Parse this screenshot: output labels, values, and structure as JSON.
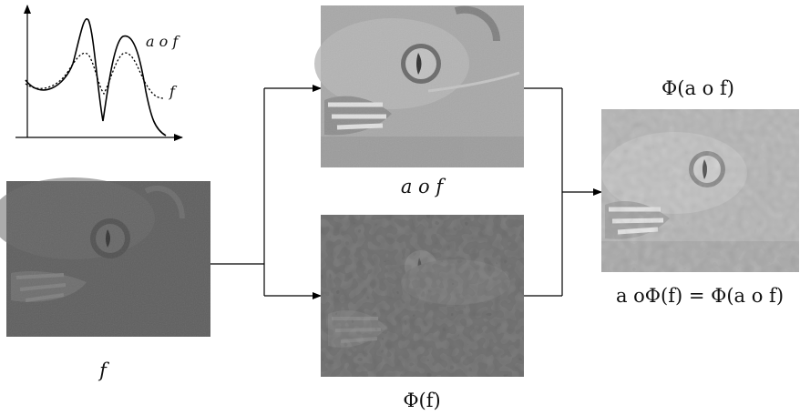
{
  "plot": {
    "curve_label_top": "a ο f",
    "curve_label_bottom": "f"
  },
  "images": {
    "input": {
      "caption": "f",
      "tone": "#5f5f5f"
    },
    "top": {
      "caption": "a ο f",
      "tone": "#a8a8a8"
    },
    "bottom": {
      "caption": "Φ(f)",
      "tone": "#6a6a6a"
    },
    "result": {
      "title": "Φ(a ο f)",
      "caption": "a οΦ(f) = Φ(a ο f)",
      "tone": "#b4b4b4"
    }
  },
  "colors": {
    "line": "#000000",
    "background": "#ffffff"
  }
}
